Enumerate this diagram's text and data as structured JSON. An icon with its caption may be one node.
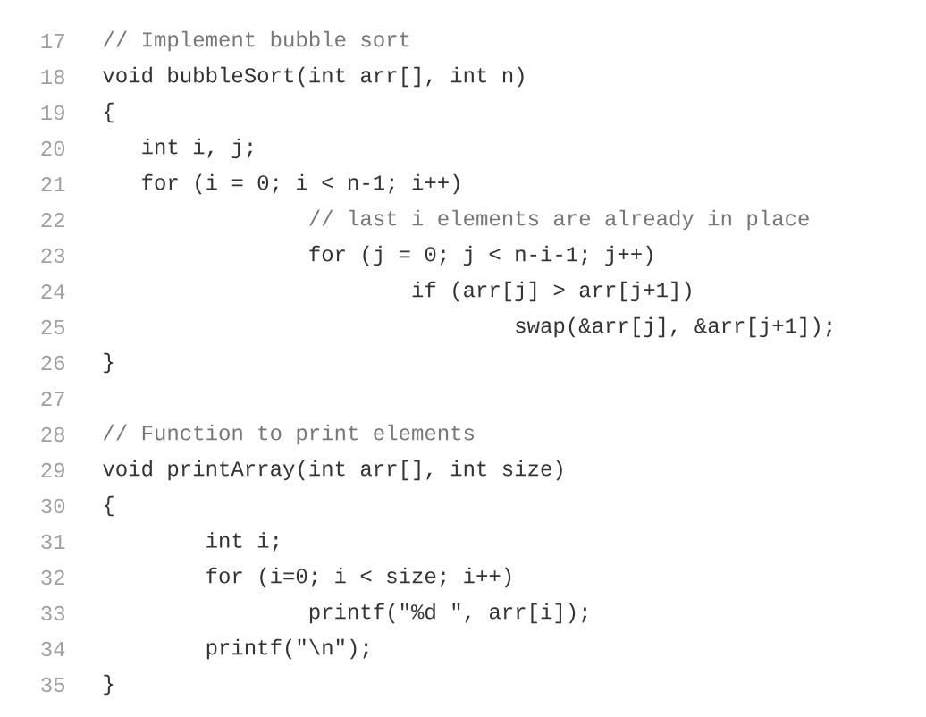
{
  "diagram": {
    "labels": [
      "17",
      "// Implement bubble sort",
      "18",
      "void bubbleSort(int arr[], int n)",
      "19",
      "{",
      "20",
      "int i, j;",
      "21",
      "for (i = 0; i < n-1; i++)",
      "22",
      "// last i elements are already in place",
      "23",
      "for (j = 0; j < n-i-1; j++)",
      "24",
      "if (arr[j] > arr[j+1])",
      "25",
      "swap(&arr[j], &arr[j+1]);",
      "26",
      "}",
      "27",
      "28",
      "// Function to print elements",
      "29",
      "void printArray(int arr[], int size)",
      "30",
      "{",
      "31",
      "int i;",
      "32",
      "for (i=0; i < size; i++)",
      "33",
      "printf(\"%d \", arr[i]);",
      "34",
      "printf(\"\\n\");",
      "35",
      "}"
    ]
  }
}
